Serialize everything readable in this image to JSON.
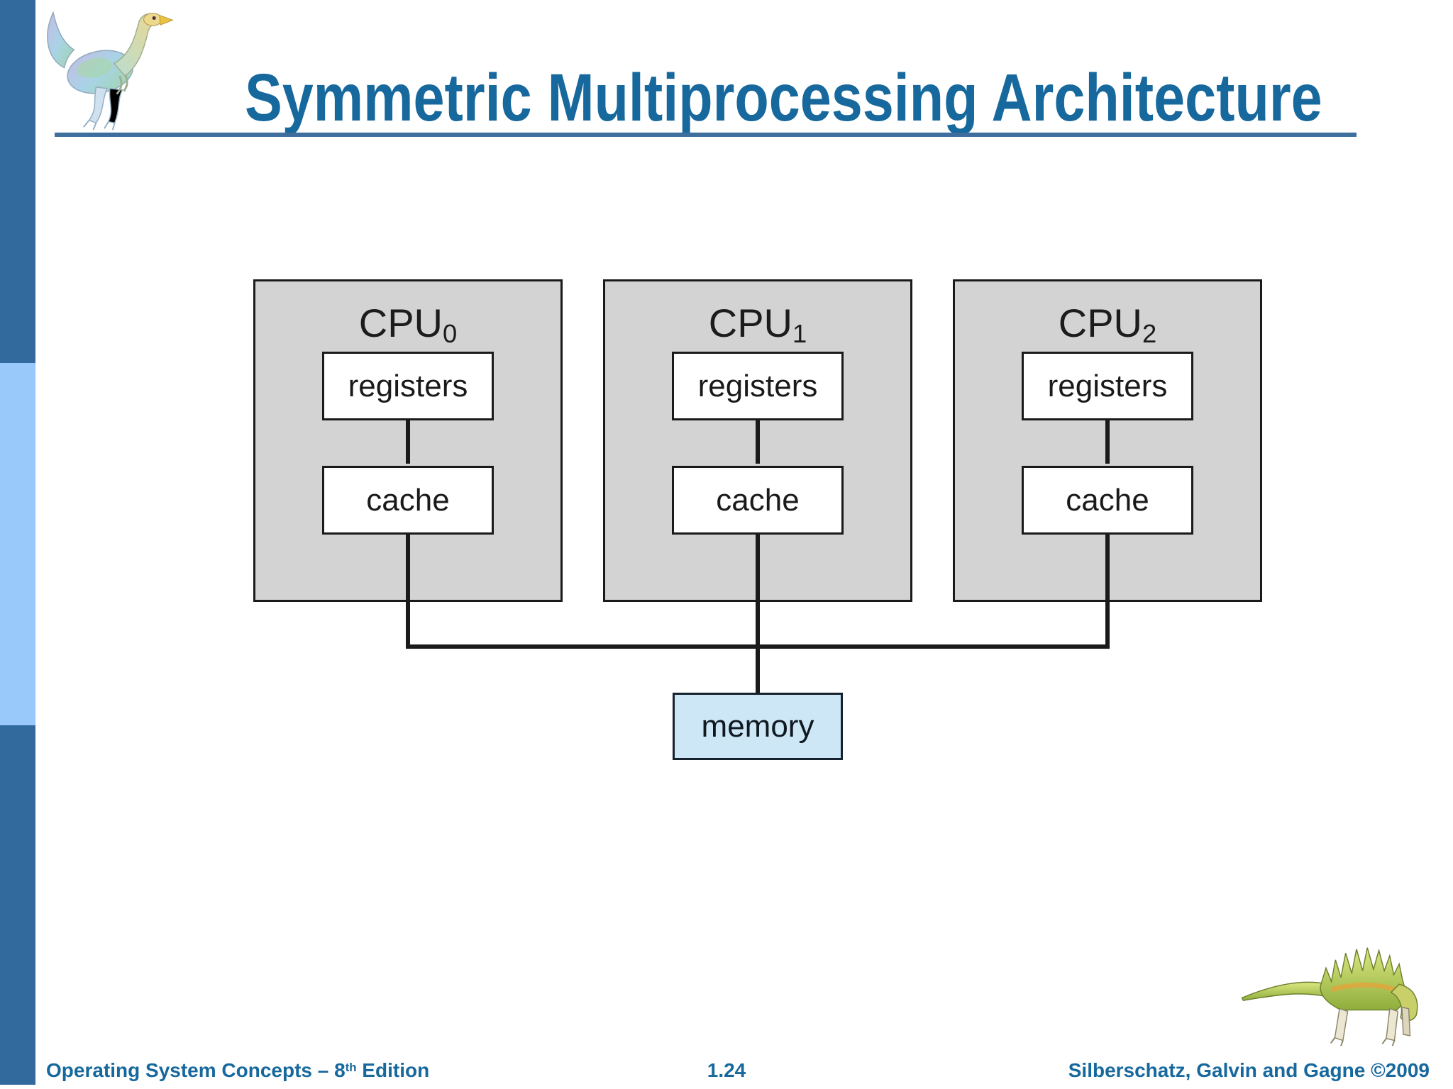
{
  "slide": {
    "title": "Symmetric Multiprocessing Architecture",
    "page_number": "1.24",
    "footer_left_prefix": "Operating System Concepts – 8",
    "footer_left_sup": "th",
    "footer_left_suffix": " Edition",
    "footer_right": "Silberschatz, Galvin and Gagne ©2009"
  },
  "diagram": {
    "cpus": [
      {
        "label": "CPU",
        "sub": "0",
        "registers": "registers",
        "cache": "cache"
      },
      {
        "label": "CPU",
        "sub": "1",
        "registers": "registers",
        "cache": "cache"
      },
      {
        "label": "CPU",
        "sub": "2",
        "registers": "registers",
        "cache": "cache"
      }
    ],
    "memory": "memory"
  },
  "images": {
    "top_left": "dinosaur-illustration",
    "bottom_right": "dinosaur-illustration"
  },
  "colors": {
    "title_text": "#16689d",
    "title_rule": "#3d6e9e",
    "sidebar_dark": "#336a9e",
    "sidebar_light": "#99c9fa",
    "cpu_fill": "#d3d3d3",
    "box_border": "#1a1a1a",
    "memory_fill": "#cde7f7",
    "line": "#1a1a1a"
  }
}
